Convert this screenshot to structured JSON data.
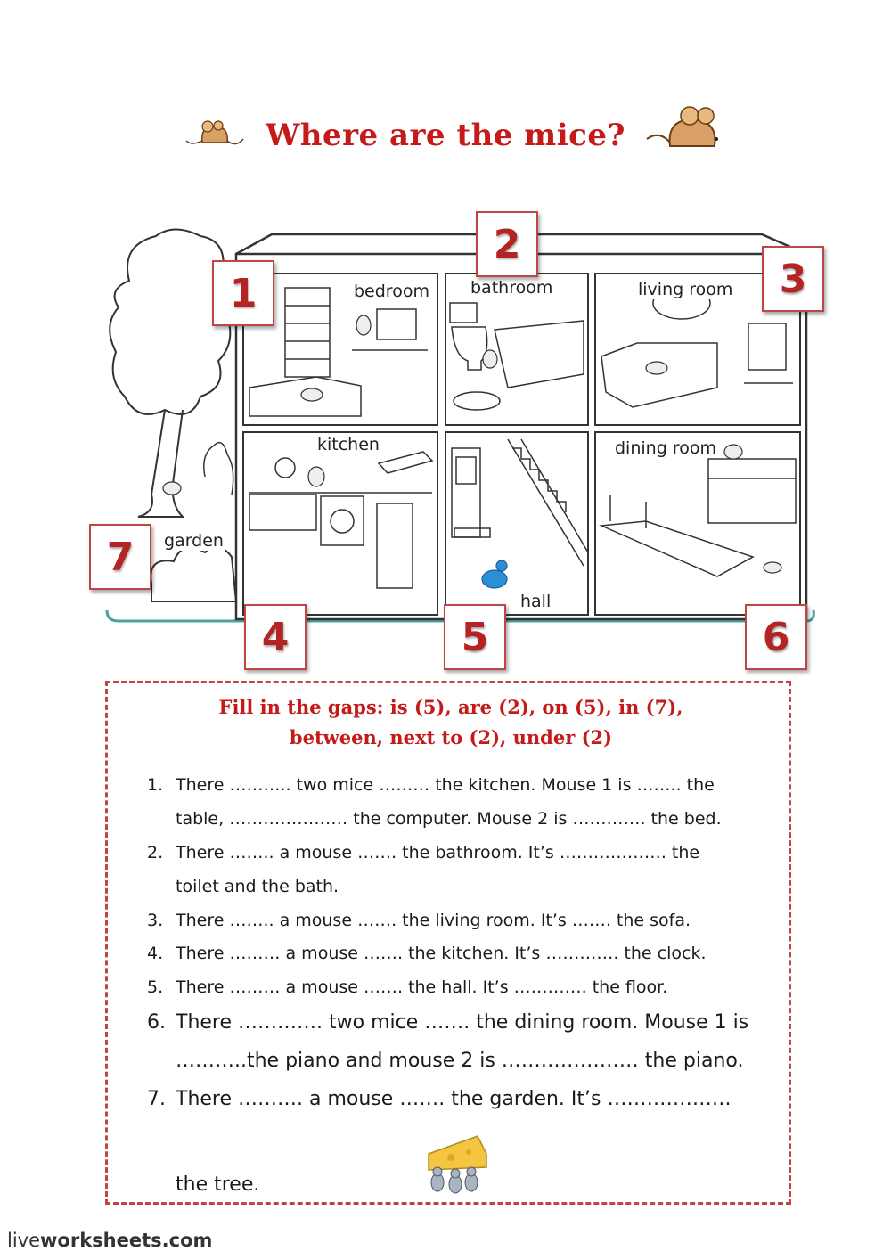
{
  "title": "Where are the mice?",
  "rooms": {
    "bedroom": "bedroom",
    "bathroom": "bathroom",
    "living_room": "living room",
    "kitchen": "kitchen",
    "hall": "hall",
    "dining_room": "dining room",
    "garden": "garden"
  },
  "numbers": [
    "1",
    "2",
    "3",
    "4",
    "5",
    "6",
    "7"
  ],
  "instructions": {
    "line1": "Fill in the gaps:  is (5),  are (2), on (5),  in (7),",
    "line2": "between,  next to (2),   under (2)"
  },
  "questions": [
    {
      "num": "1.",
      "lines": [
        "There ……….. two mice ……… the kitchen. Mouse 1 is …….. the",
        "table, ………………… the computer. Mouse 2 is …………. the bed."
      ]
    },
    {
      "num": "2.",
      "lines": [
        "There  …….. a  mouse  ……. the bathroom. It’s ………………. the",
        "toilet and the bath."
      ]
    },
    {
      "num": "3.",
      "lines": [
        "There ……..  a  mouse ……. the living room. It’s ……. the sofa."
      ]
    },
    {
      "num": "4.",
      "lines": [
        "There ………  a  mouse  ……. the kitchen. It’s  …………. the clock."
      ]
    },
    {
      "num": "5.",
      "lines": [
        "There ………  a mouse  ……. the hall. It’s …………. the floor."
      ]
    },
    {
      "num": "6.",
      "lines": [
        "There …………. two mice ……. the dining room. Mouse 1 is",
        "………..the piano and mouse 2 is  ………………… the piano."
      ]
    },
    {
      "num": "7.",
      "lines": [
        "There ………. a mouse ……. the garden. It’s ……………….",
        "the tree."
      ]
    }
  ],
  "footer": {
    "light": "live",
    "bold": "worksheets",
    "tld": ".com"
  },
  "colors": {
    "accent": "#c41a1a",
    "border": "#c04545",
    "mouse_blue": "#2a8fd6",
    "cheese": "#f5c542"
  }
}
